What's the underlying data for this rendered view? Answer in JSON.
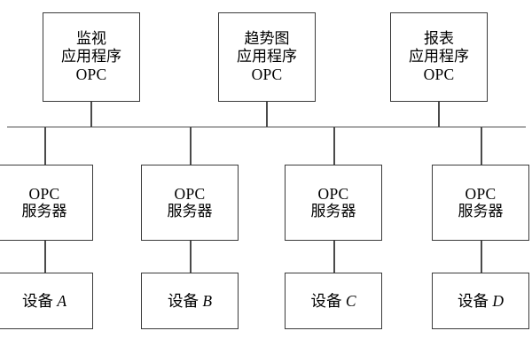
{
  "diagram": {
    "type": "opc-architecture-block-diagram",
    "background_color": "#ffffff",
    "line_color": "#4a4a4a",
    "border_color": "#3a3a3a",
    "text_color": "#000000",
    "application_row": [
      {
        "line1": "监视",
        "line2": "应用程序",
        "line3": "OPC"
      },
      {
        "line1": "趋势图",
        "line2": "应用程序",
        "line3": "OPC"
      },
      {
        "line1": "报表",
        "line2": "应用程序",
        "line3": "OPC"
      }
    ],
    "server_row": [
      {
        "line1": "OPC",
        "line2": "服务器"
      },
      {
        "line1": "OPC",
        "line2": "服务器"
      },
      {
        "line1": "OPC",
        "line2": "服务器"
      },
      {
        "line1": "OPC",
        "line2": "服务器"
      }
    ],
    "device_row": [
      {
        "label": "设备 ",
        "id": "A"
      },
      {
        "label": "设备 ",
        "id": "B"
      },
      {
        "label": "设备 ",
        "id": "C"
      },
      {
        "label": "设备 ",
        "id": "D"
      }
    ]
  }
}
